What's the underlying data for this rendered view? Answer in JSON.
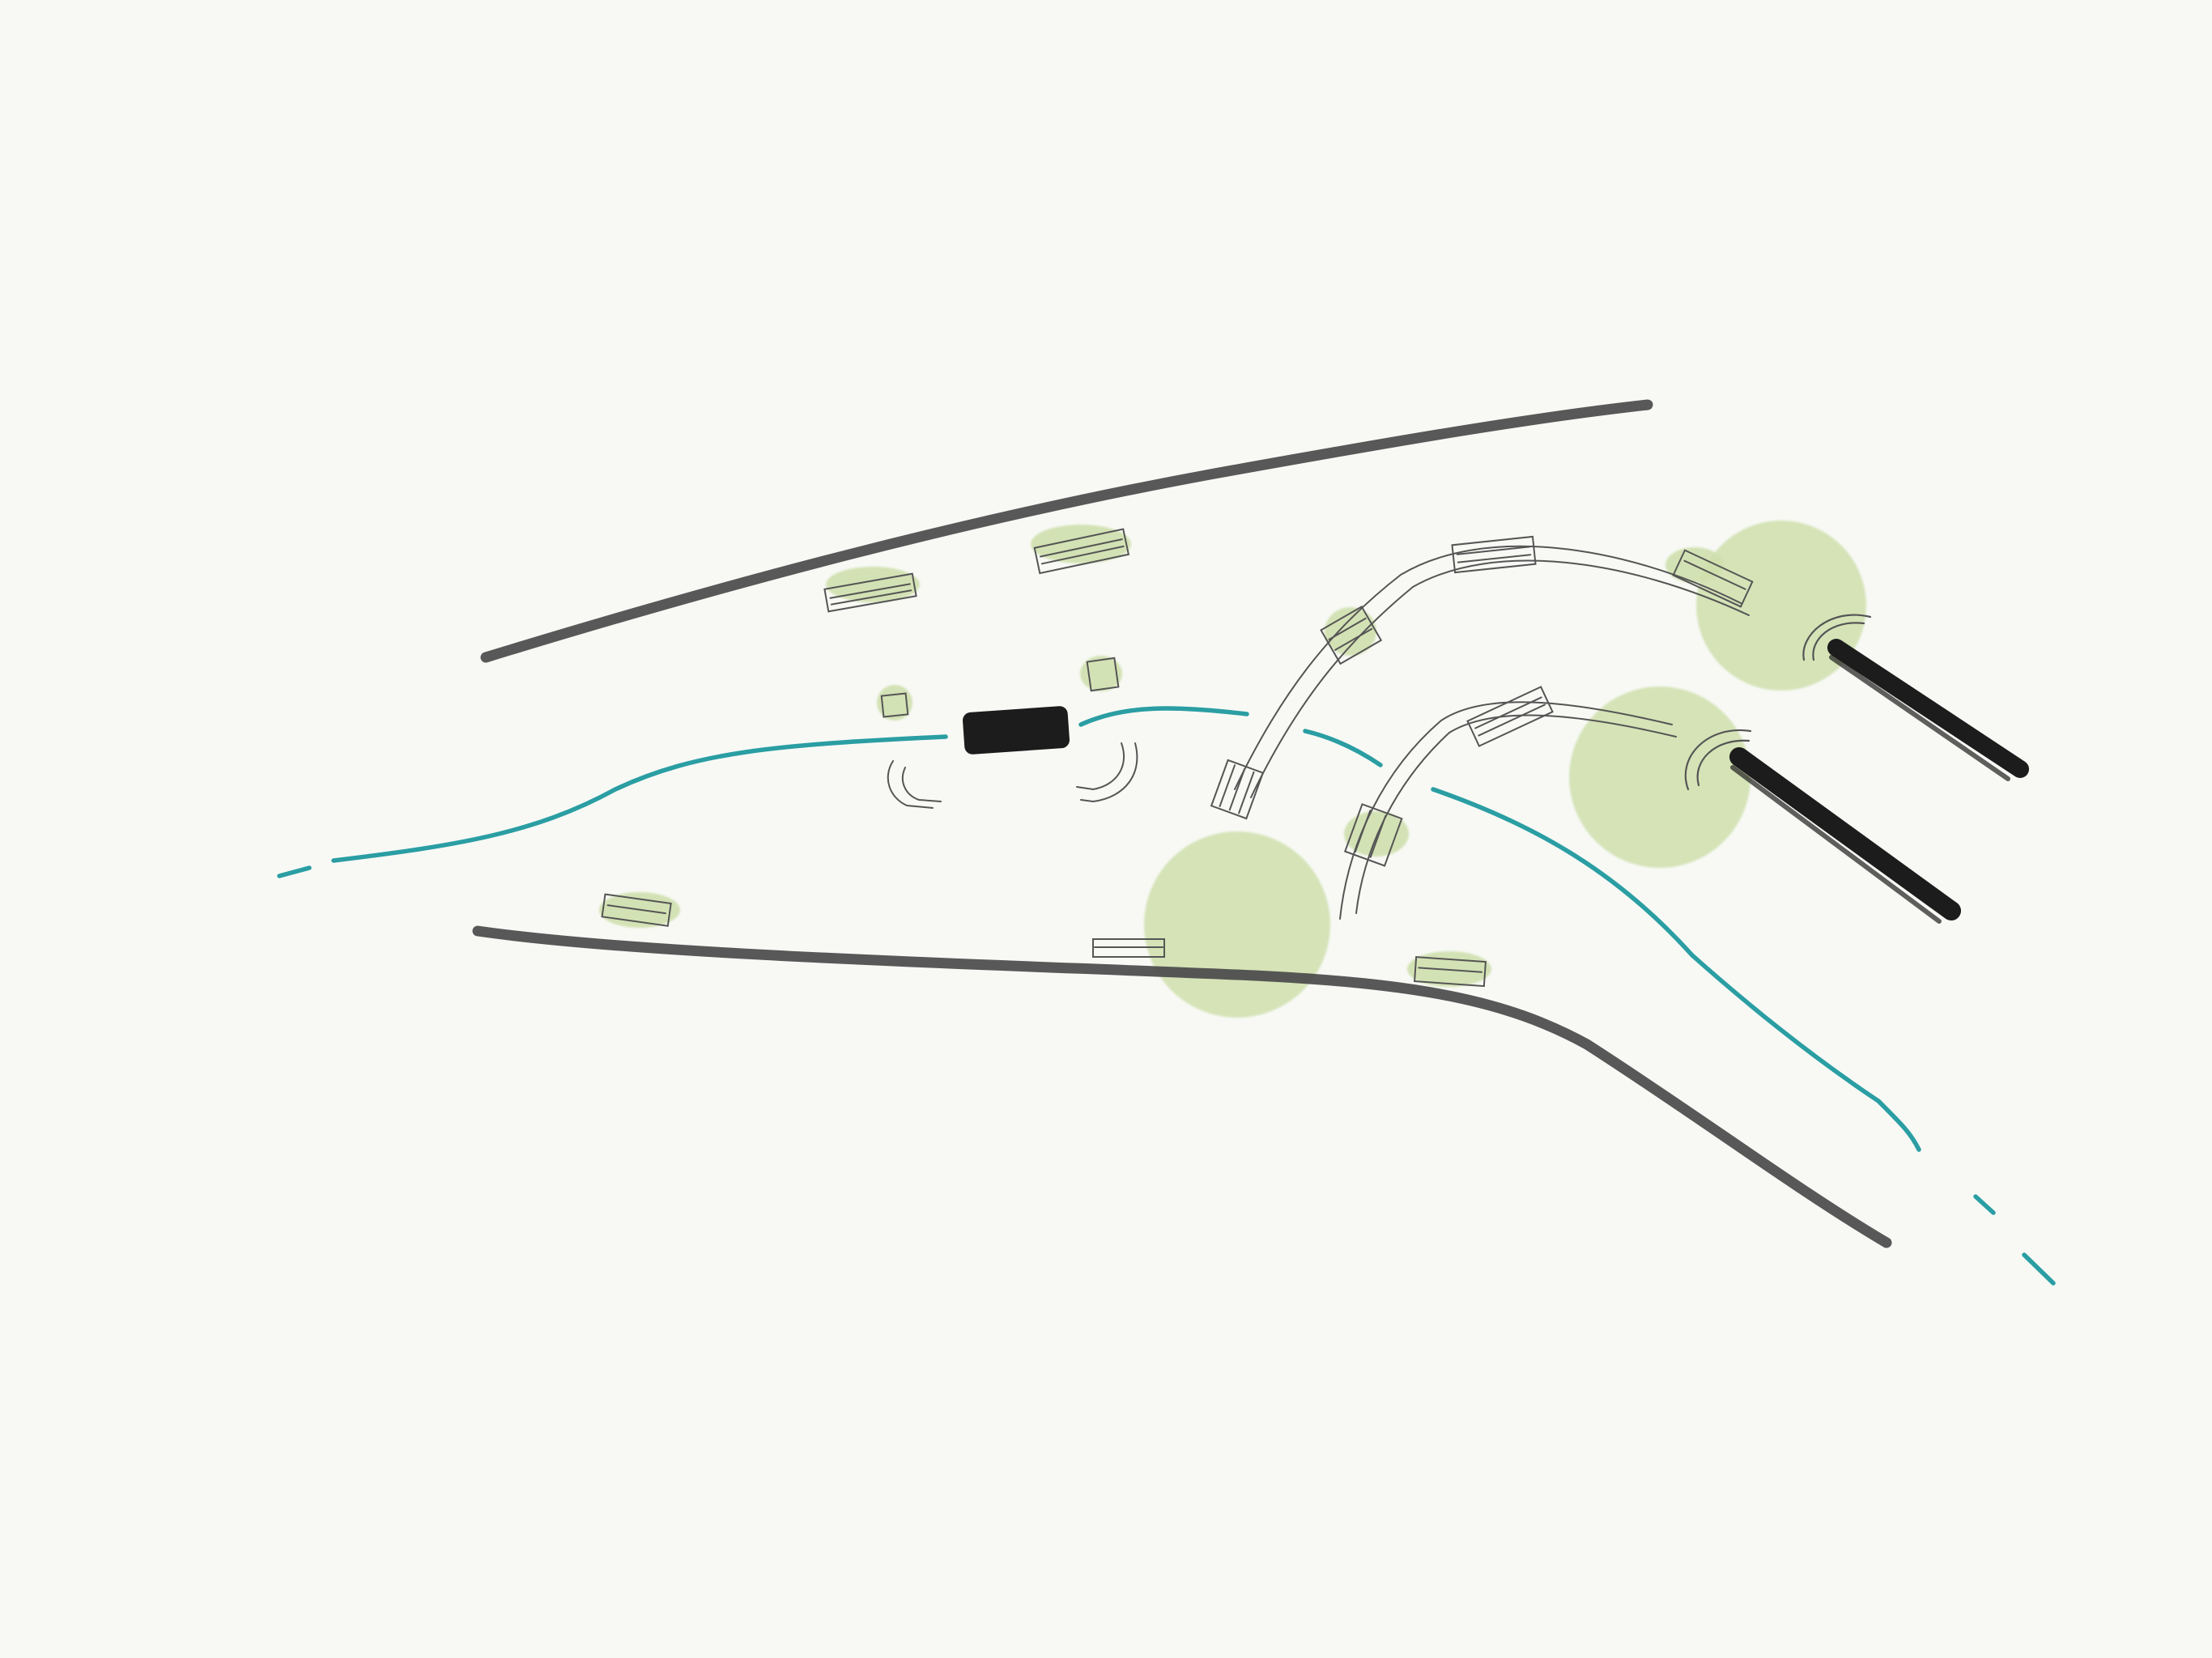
{
  "sketch": {
    "colors": {
      "paper": "#f8f9f5",
      "road": "#4a4a4a",
      "river": "#2a9ea3",
      "greenery": "#cfe0ad",
      "structure_stroke": "#555555",
      "tunnel_fill": "#1c1c1c"
    },
    "elements": [
      "upper-road",
      "lower-road",
      "river-path",
      "bridge-block",
      "curved-walkways",
      "tunnel-openings",
      "tree-canopies",
      "benches"
    ]
  }
}
